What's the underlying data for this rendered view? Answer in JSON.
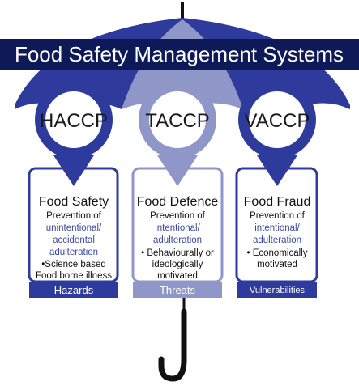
{
  "title": "Food Safety Management Systems",
  "colors": {
    "dark_navy": "#0e1a57",
    "royal_blue": "#2e3b9d",
    "periwinkle": "#8e97c8",
    "accent_text": "#3a4a9c",
    "handle": "#111111"
  },
  "icons": [
    "umbrella-canopy",
    "umbrella-handle",
    "down-arrow-ring"
  ],
  "columns": [
    {
      "acronym": "HACCP",
      "heading": "Food Safety",
      "line1": "Prevention of",
      "accent1": "unintentional/",
      "accent2": "accidental",
      "accent3": "adulteration",
      "bullet1": "•Science based",
      "bullet2": "Food borne illness",
      "band": "Hazards"
    },
    {
      "acronym": "TACCP",
      "heading": "Food Defence",
      "line1": "Prevention of",
      "accent1": "intentional/",
      "accent2": "adulteration",
      "bullet1": "• Behaviourally or",
      "bullet2": "ideologically",
      "bullet3": "motivated",
      "band": "Threats"
    },
    {
      "acronym": "VACCP",
      "heading": "Food Fraud",
      "line1": "Prevention of",
      "accent1": "intentional/",
      "accent2": "adulteration",
      "bullet1": "• Economically",
      "bullet2": "motivated",
      "band": "Vulnerabilities"
    }
  ]
}
